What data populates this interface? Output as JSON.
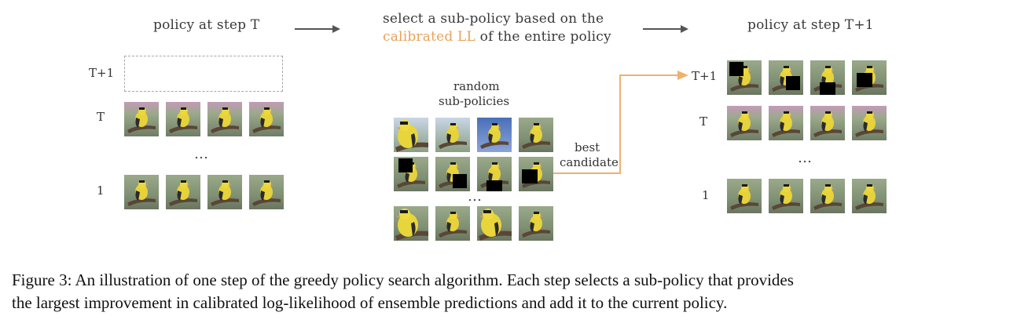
{
  "figure": {
    "left_panel": {
      "title": "policy at step T",
      "row_labels": {
        "next": "T+1",
        "current": "T",
        "ellipsis": "…",
        "first": "1"
      }
    },
    "middle_panel": {
      "title_line1": "select a sub-policy based on the",
      "title_line2_highlight": "calibrated LL",
      "title_line2_rest": " of the entire policy",
      "random_label_line1": "random",
      "random_label_line2": "sub-policies",
      "ellipsis": "…"
    },
    "connector": {
      "label_line1": "best",
      "label_line2": "candidate"
    },
    "right_panel": {
      "title": "policy at step T+1",
      "row_labels": {
        "next": "T+1",
        "current": "T",
        "ellipsis": "…",
        "first": "1"
      }
    },
    "caption": {
      "line1": "Figure 3: An illustration of one step of the greedy policy search algorithm. Each step selects a sub-policy that provides",
      "line2": "the largest improvement in calibrated log-likelihood of ensemble predictions and add it to the current policy."
    },
    "colors": {
      "highlight": "#e8a25a",
      "arrow": "#555555",
      "best_arrow": "#f0b070",
      "dashed_box": "#a8a8a8"
    }
  }
}
